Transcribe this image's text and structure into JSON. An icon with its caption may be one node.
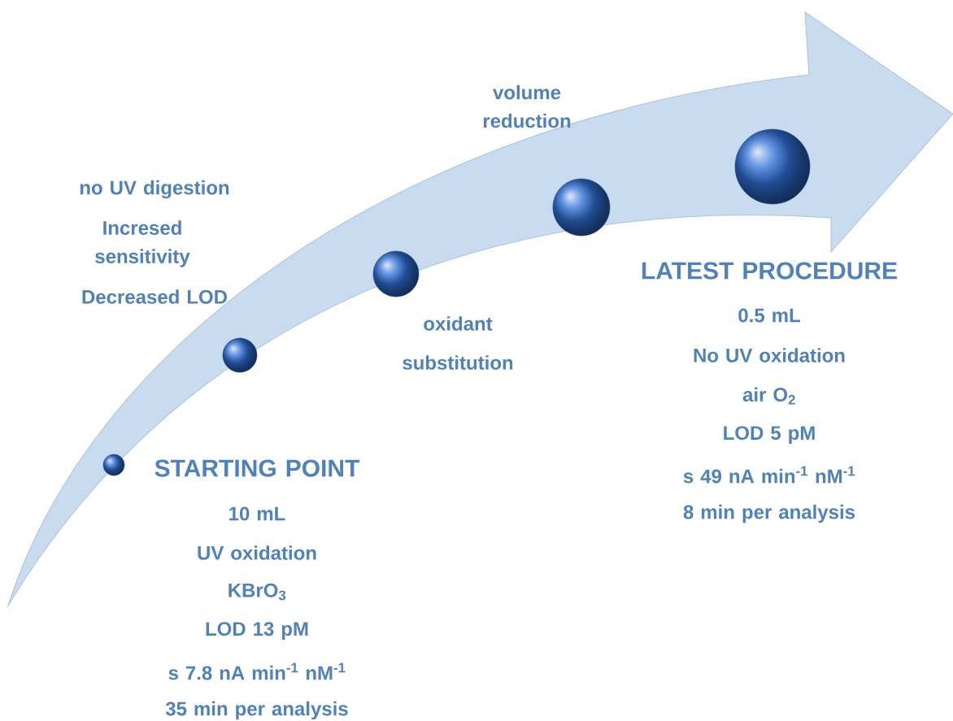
{
  "diagram": {
    "nodes": [
      {
        "text": [],
        "shape": "circle"
      },
      {
        "text": [],
        "shape": "circle"
      },
      {
        "text": [],
        "shape": "circle"
      },
      {
        "text": [],
        "shape": "circle"
      },
      {
        "text": [],
        "shape": "circle"
      }
    ],
    "edges": [],
    "labels": [
      "no UV digestion",
      "Incresed sensitivity",
      "Decreased LOD",
      "volume reduction",
      "oxidant substitution",
      "LATEST PROCEDURE",
      "0.5 mL",
      "No UV oxidation",
      "air O$_{2}$",
      "LOD 5 pM",
      "s 49 nA min$^{-1}$ nM$^{-1}$",
      "8 min per analysis",
      "STARTING POINT",
      "10 mL",
      "UV oxidation",
      "KBrO$_{3}$",
      "LOD 13 pM",
      "s 7.8 nA min$^{-1}$ nM$^{-1}$",
      "35 min per analysis"
    ]
  }
}
